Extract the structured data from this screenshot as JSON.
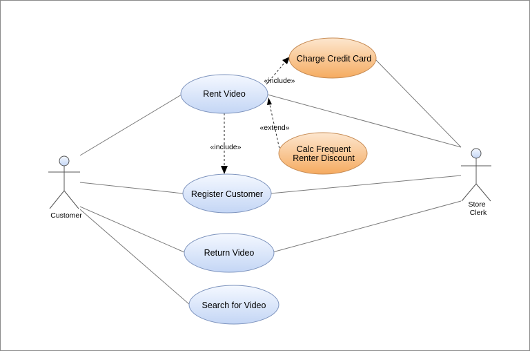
{
  "colors": {
    "blue_fill_top": "#f4f8ff",
    "blue_fill_bottom": "#c4d6f5",
    "blue_stroke": "#7d93bd",
    "orange_fill_top": "#fde7cf",
    "orange_fill_bottom": "#f5ab60",
    "orange_stroke": "#c78c55",
    "frame": "#8a8a8a"
  },
  "actors": {
    "customer": {
      "label": "Customer",
      "icon": "stick-figure-icon"
    },
    "store_clerk": {
      "label_line1": "Store",
      "label_line2": "Clerk",
      "icon": "stick-figure-icon"
    }
  },
  "use_cases": {
    "rent_video": "Rent Video",
    "register_customer": "Register Customer",
    "return_video": "Return Video",
    "search_for_video": "Search for Video",
    "charge_credit_card": "Charge Credit Card",
    "calc_frequent_line1": "Calc Frequent",
    "calc_frequent_line2": "Renter Discount"
  },
  "relations": {
    "include_rent_register": "«include»",
    "include_rent_charge": "«include»",
    "extend_calc_rent": "«extend»"
  }
}
